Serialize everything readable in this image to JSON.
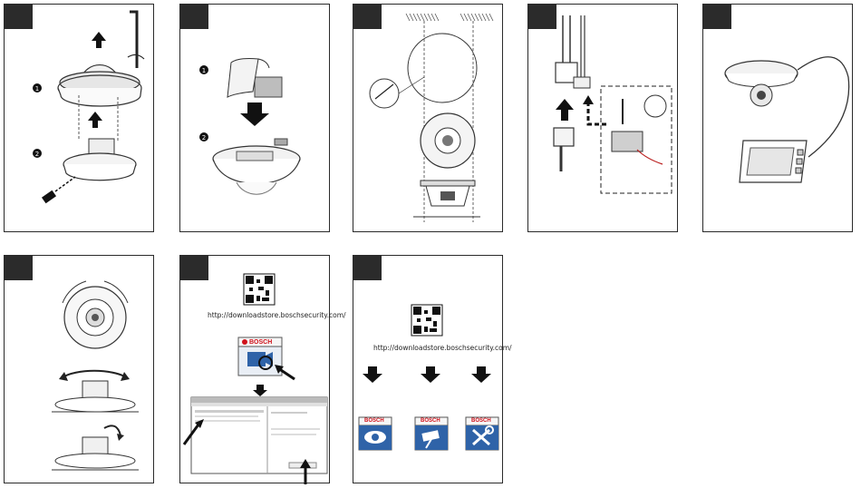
{
  "panels": {
    "p1": {
      "steps": [
        "1",
        "2"
      ]
    },
    "p2": {
      "steps": [
        "1",
        "2"
      ]
    },
    "p7": {
      "url": "http://downloadstore.boschsecurity.com/",
      "brand": "BOSCH"
    },
    "p8": {
      "url": "http://downloadstore.boschsecurity.com/",
      "apps": [
        {
          "brand": "BOSCH"
        },
        {
          "brand": "BOSCH"
        },
        {
          "brand": "BOSCH"
        }
      ]
    }
  },
  "colors": {
    "frame": "#2a2a2a",
    "tab": "#2b2b2b",
    "accent_blue": "#2f63a8",
    "arrow": "#1a1a1a",
    "brand_red": "#d0121b"
  }
}
